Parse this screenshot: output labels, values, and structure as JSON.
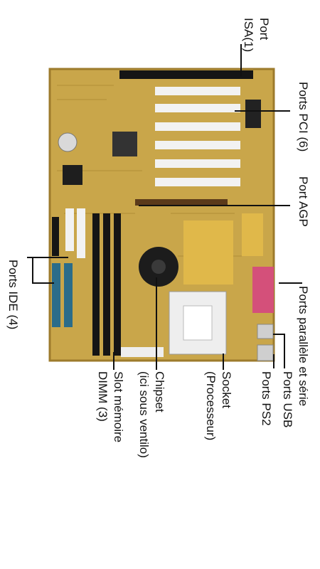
{
  "labels": {
    "isa": [
      "Port",
      "ISA(1)"
    ],
    "pci": "Ports PCI (6)",
    "agp": "Port AGP",
    "ide": "Ports IDE (4)",
    "parallel_serial": "Ports parallèle et série",
    "usb": "Ports USB",
    "ps2": "Ports PS2",
    "socket": [
      "Socket",
      "(Processeur)"
    ],
    "chipset": [
      "Chipset",
      "(ici sous ventilo)"
    ],
    "dimm": [
      "Slot mémoire",
      "DIMM (3)"
    ]
  },
  "colors": {
    "board": "#c9a64a",
    "board_dark": "#9d7b2c",
    "slot_white": "#f2f2f2",
    "slot_black": "#151515",
    "ide_blue": "#2b6c8a",
    "parallel_pink": "#d4507a",
    "line": "#111111"
  }
}
